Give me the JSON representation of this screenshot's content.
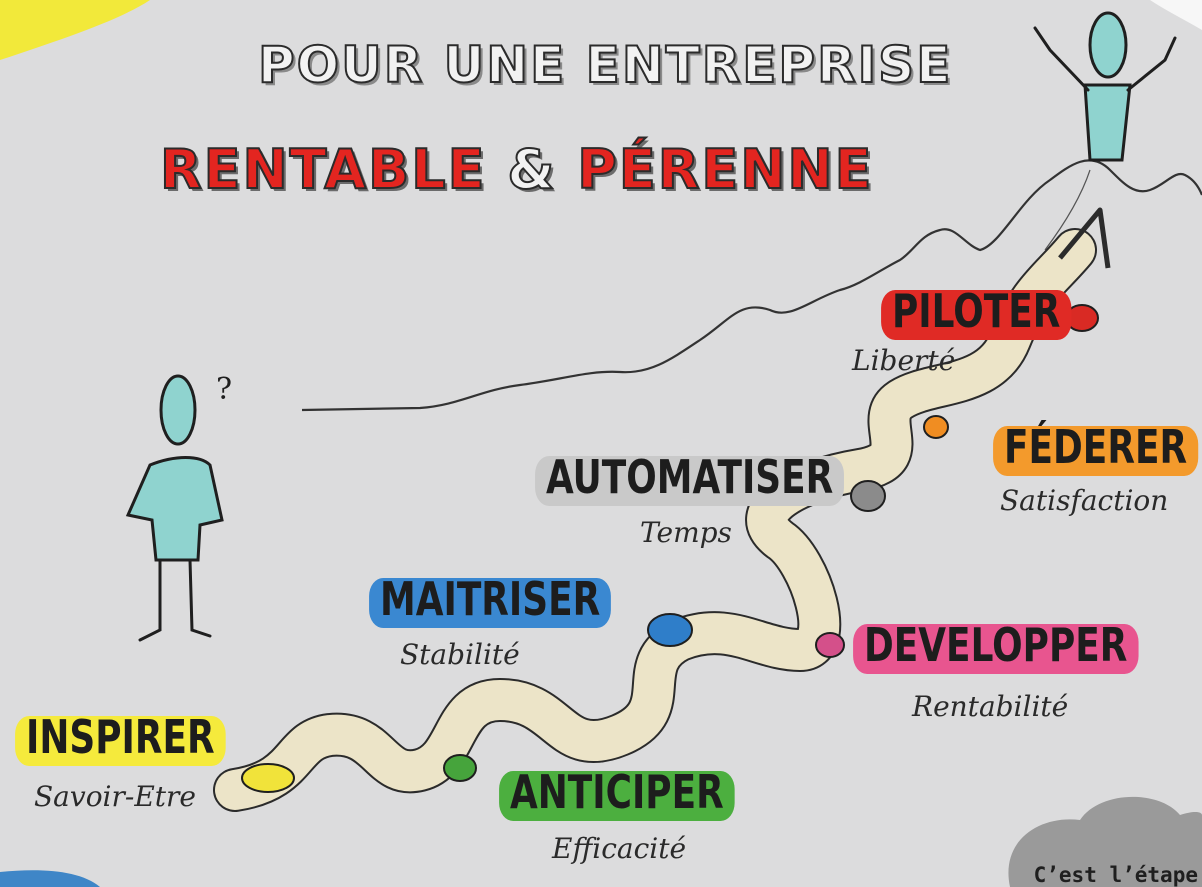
{
  "title": {
    "line1": "POUR UNE ENTREPRISE",
    "line2_part1": "RENTABLE",
    "line2_amp": "&",
    "line2_part2": "PÉRENNE"
  },
  "person_question_mark": "?",
  "steps": [
    {
      "label": "INSPIRER",
      "subtitle": "Savoir-Etre",
      "color": "#f5ea3c"
    },
    {
      "label": "ANTICIPER",
      "subtitle": "Efficacité",
      "color": "#4caf3f"
    },
    {
      "label": "MAITRISER",
      "subtitle": "Stabilité",
      "color": "#3a88d1"
    },
    {
      "label": "AUTOMATISER",
      "subtitle": "Temps",
      "color": "#c9c9c9"
    },
    {
      "label": "DEVELOPPER",
      "subtitle": "Rentabilité",
      "color": "#e8558f"
    },
    {
      "label": "FÉDERER",
      "subtitle": "Satisfaction",
      "color": "#f39a2c"
    },
    {
      "label": "PILOTER",
      "subtitle": "Liberté",
      "color": "#e02a25"
    }
  ],
  "footer": "C’est l’étape",
  "colors": {
    "background": "#dcdcdd",
    "path": "#ece4c8",
    "figure": "#8fd3cf",
    "outline": "#1f1f1f"
  }
}
